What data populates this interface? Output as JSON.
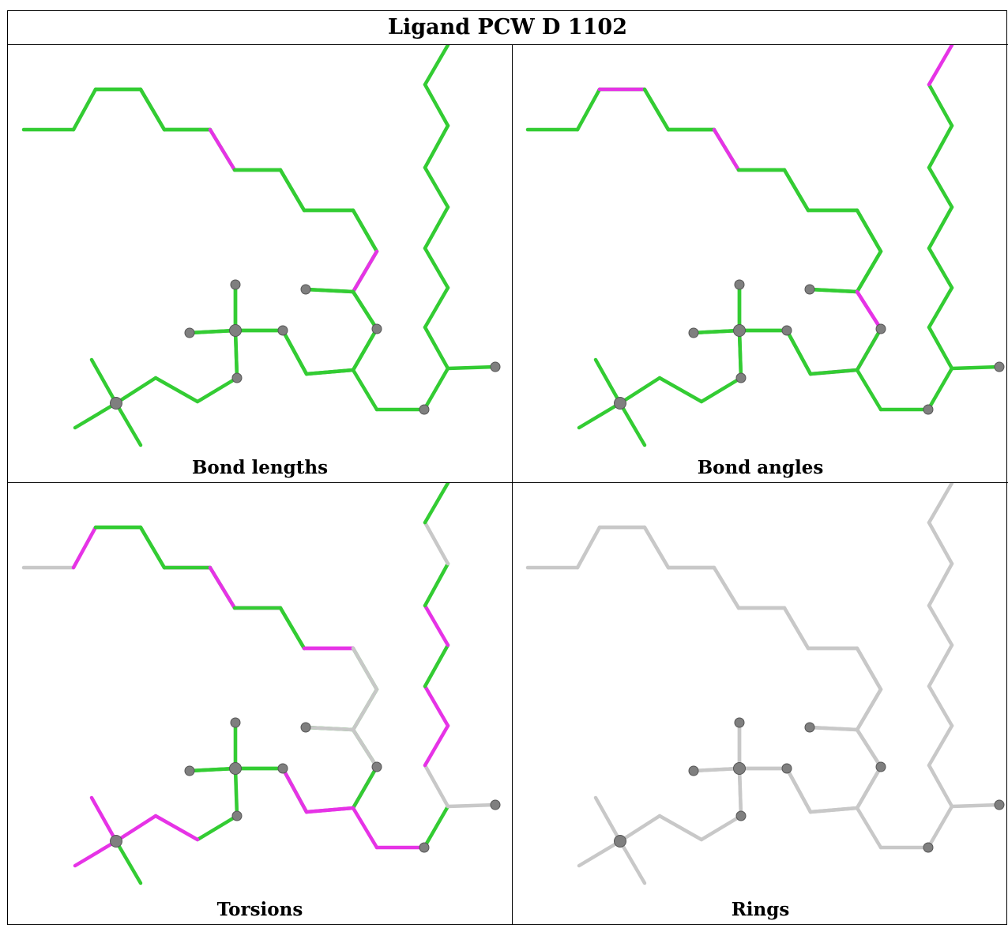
{
  "title": "Ligand PCW D 1102",
  "panels": [
    {
      "caption": "Bond lengths",
      "atom_color": "#7f7f7f",
      "bond_colors": [
        "g",
        "g",
        "g",
        "g",
        "g",
        "g",
        "g",
        "g",
        "g",
        "g",
        "g",
        "g",
        "g",
        "g",
        "g",
        "g",
        "g",
        "g",
        "g",
        "g",
        "g",
        "g",
        "g",
        "g",
        "g",
        "g",
        "g",
        "g",
        "g",
        "g",
        "g",
        "g",
        "g",
        "g",
        "g",
        "g",
        "g",
        "g",
        "g",
        "g",
        "g",
        "p",
        "g",
        "g",
        "g",
        "g",
        "p",
        "g",
        "g",
        "g",
        "g",
        "g",
        "g",
        "g",
        "g",
        "g"
      ]
    },
    {
      "caption": "Bond angles",
      "atom_color": "#7f7f7f",
      "bond_colors": [
        "g",
        "g",
        "g",
        "g",
        "g",
        "g",
        "g",
        "g",
        "g",
        "g",
        "g",
        "g",
        "p",
        "p",
        "p",
        "g",
        "g",
        "g",
        "g",
        "g",
        "g",
        "g",
        "g",
        "g",
        "g",
        "g",
        "g",
        "g",
        "g",
        "g",
        "g",
        "g",
        "g",
        "g",
        "g",
        "g",
        "g",
        "p",
        "p",
        "g",
        "g",
        "p",
        "g",
        "g",
        "g",
        "g",
        "g",
        "g",
        "p",
        "g",
        "g",
        "g",
        "g",
        "g",
        "g",
        "g"
      ]
    },
    {
      "caption": "Torsions",
      "atom_color": "#7f7f7f",
      "bond_colors": [
        "s",
        "p",
        "g",
        "g",
        "p",
        "g",
        "p",
        "g",
        "p",
        "g",
        "g",
        "g",
        "g",
        "p",
        "p",
        "g",
        "g",
        "g",
        "s",
        "s",
        "g",
        "p",
        "p",
        "p",
        "g",
        "p",
        "p",
        "p",
        "g",
        "s",
        "s",
        "p",
        "p",
        "g",
        "p",
        "g",
        "s",
        "g",
        "g",
        "g",
        "g",
        "p",
        "g",
        "g",
        "p",
        "s",
        "s",
        "s",
        "s",
        "g",
        "p",
        "p",
        "g",
        "g",
        "g",
        "g"
      ]
    },
    {
      "caption": "Rings",
      "atom_color": "#7f7f7f",
      "bond_colors": [
        "s",
        "s",
        "s",
        "s",
        "s",
        "s",
        "s",
        "s",
        "s",
        "s",
        "s",
        "s",
        "s",
        "s",
        "s",
        "s",
        "s",
        "s",
        "s",
        "s",
        "s",
        "s",
        "s",
        "s",
        "s",
        "s",
        "s",
        "s",
        "s",
        "s",
        "s",
        "s",
        "s",
        "s",
        "s",
        "s",
        "s",
        "s",
        "s",
        "s",
        "s",
        "s",
        "s",
        "s",
        "s",
        "s",
        "s",
        "s",
        "s",
        "s",
        "s",
        "s",
        "s",
        "s",
        "s",
        "s"
      ]
    }
  ],
  "palette": {
    "g": "#33cc33",
    "p": "#e633e6",
    "s": "#c8c8c8"
  }
}
